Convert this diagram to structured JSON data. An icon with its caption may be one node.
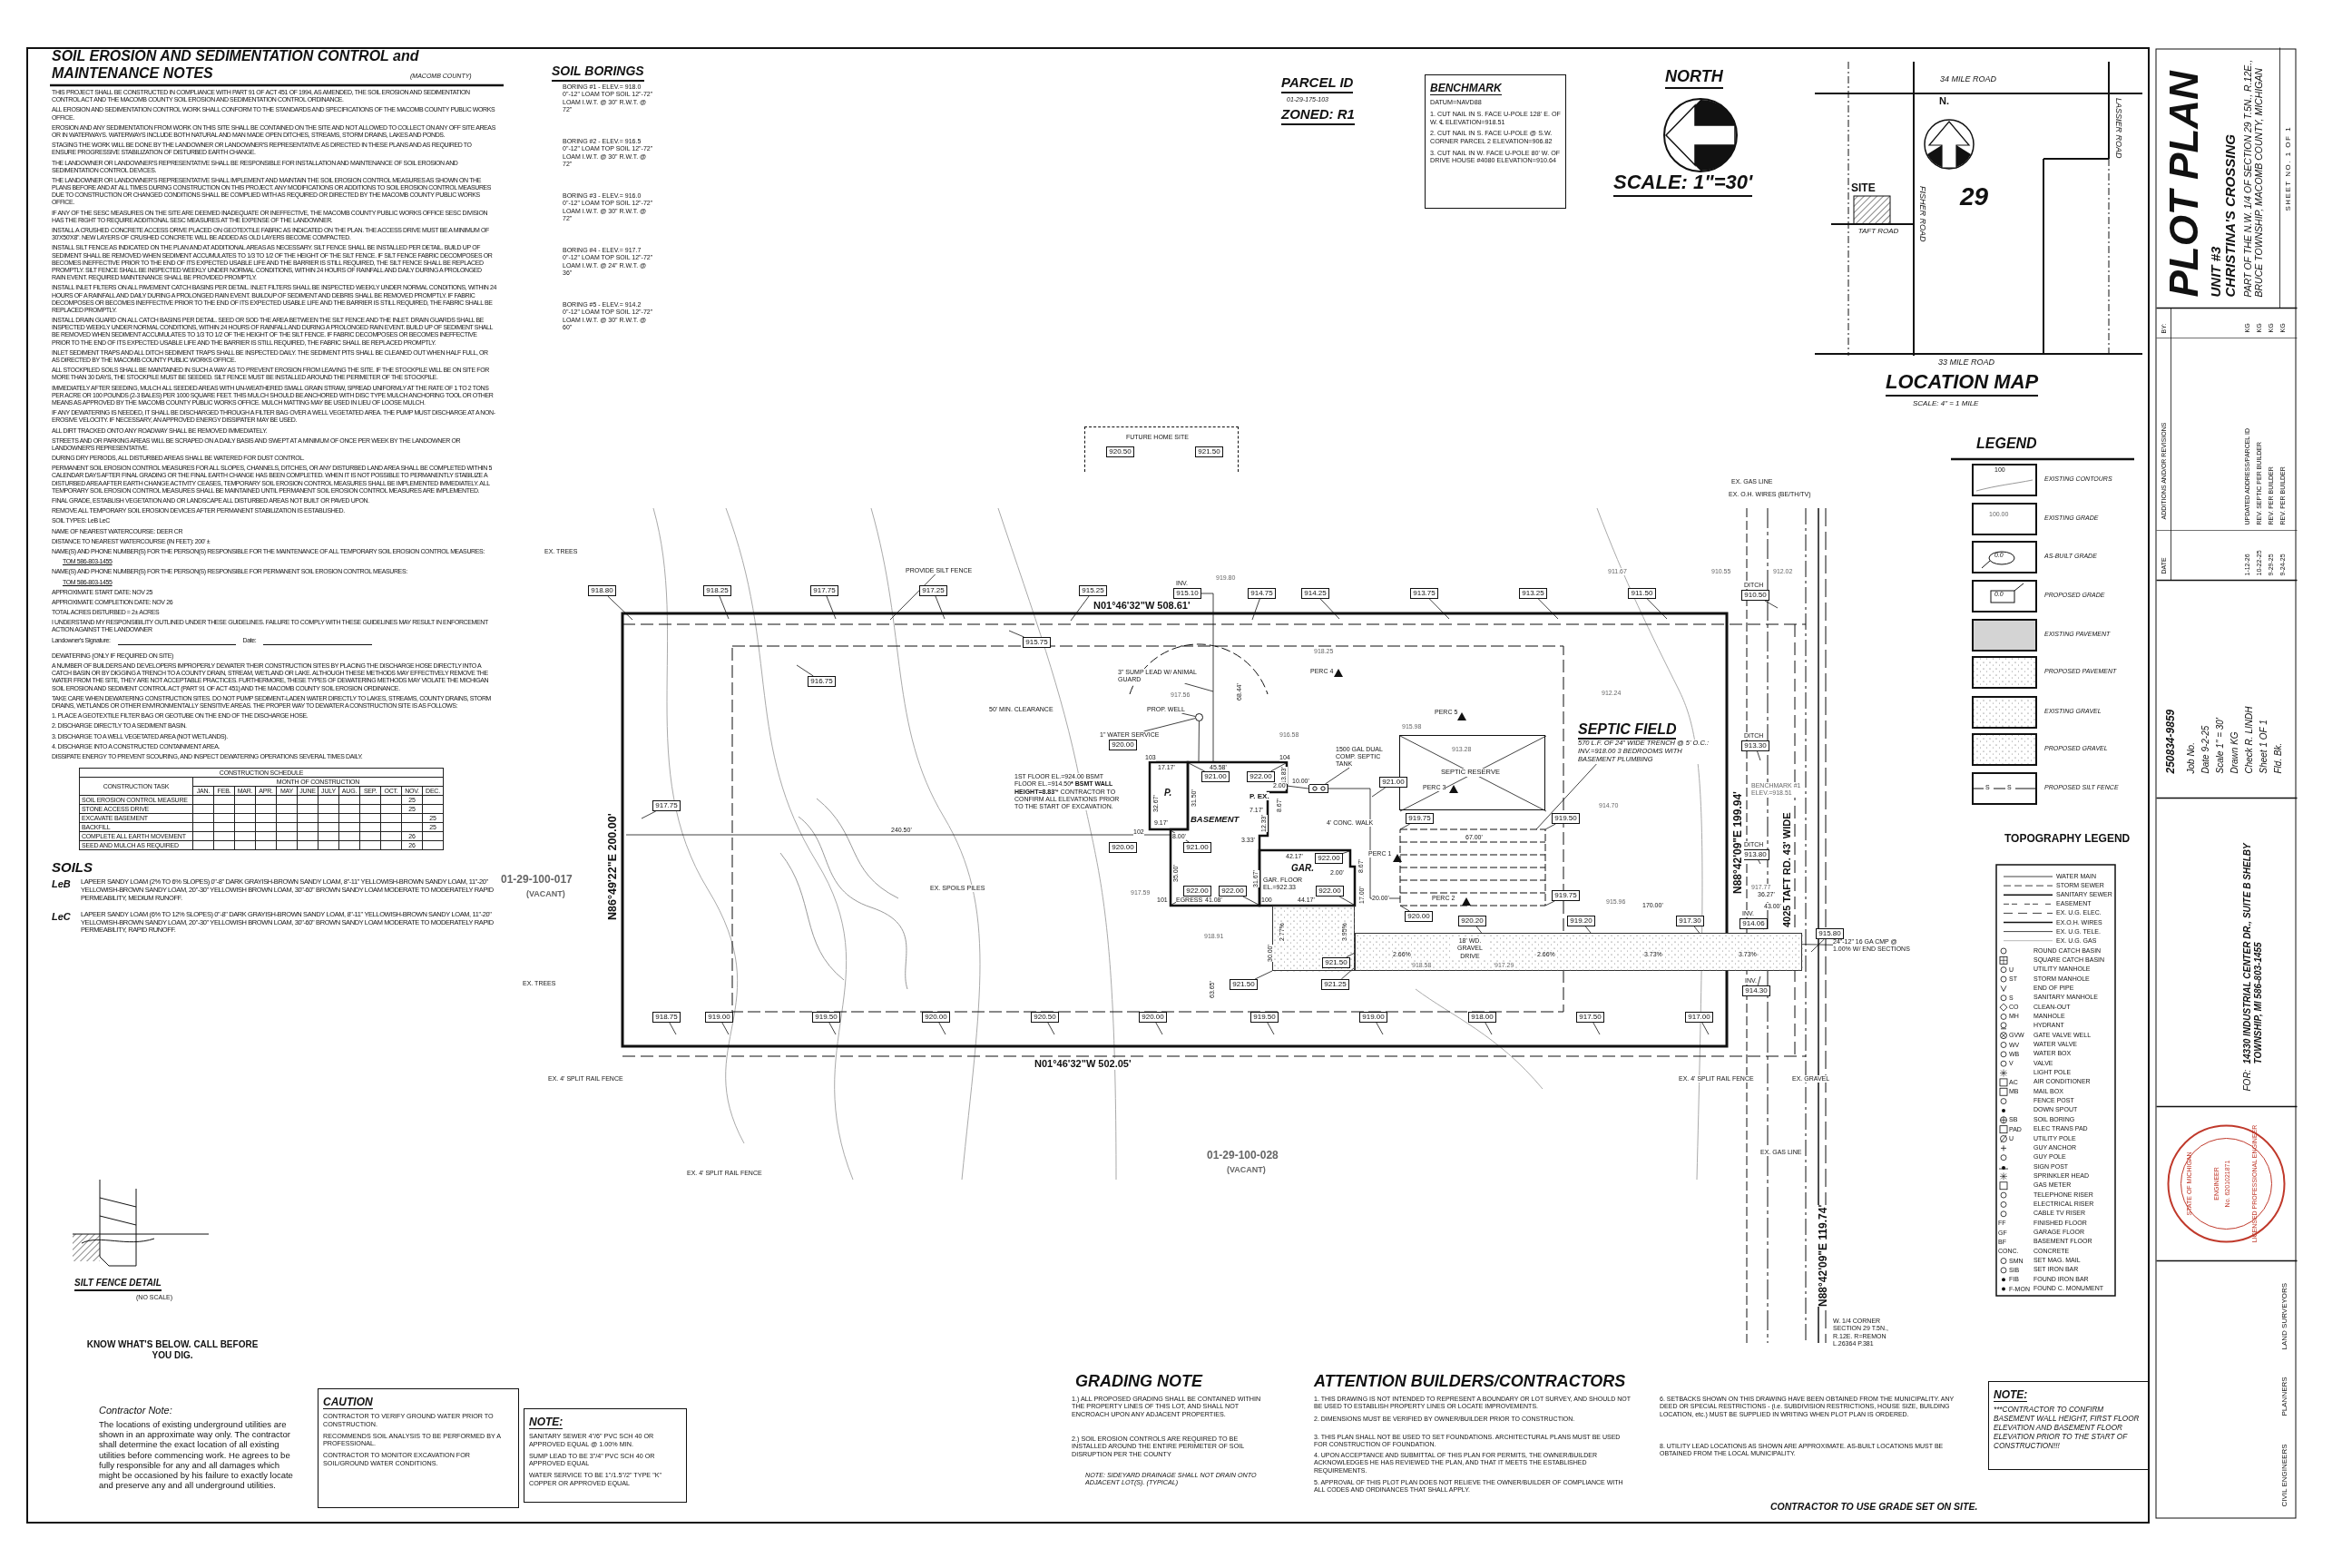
{
  "diagram": {
    "title": "PLOT PLAN",
    "nodes": [
      {
        "text": [
          "BENCHMARK",
          "DATUM=NAVD88",
          "1. CUT NAIL IN S. FACE U-POLE 128' E. OF W. ℄ ELEVATION=918.51",
          "2. CUT NAIL IN S. FACE U-POLE @ S.W. CORNER PARCEL 2 ELEVATION=906.82",
          "3. CUT NAIL IN W. FACE U-POLE 80' W. OF DRIVE HOUSE #4080 ELEVATION=910.64"
        ]
      },
      {
        "text": [
          "CAUTION",
          "CONTRACTOR TO VERIFY GROUND WATER PRIOR TO CONSTRUCTION.",
          "RECOMMENDS SOIL ANALYSIS TO BE PERFORMED BY A PROFESSIONAL.",
          "CONTRACTOR TO MONITOR EXCAVATION FOR SOIL/GROUND WATER CONDITIONS."
        ]
      },
      {
        "text": [
          "NOTE:",
          "SANITARY SEWER 4\"/6\" PVC SCH 40 OR APPROVED EQUAL @ 1.00% MIN.",
          "SUMP LEAD TO BE 3\"/4\" PVC SCH 40 OR APPROVED EQUAL",
          "WATER SERVICE TO BE 1\"/1.5\"/2\" TYPE \"K\" COPPER OR APPROVED EQUAL"
        ]
      },
      {
        "text": [
          "NOTE:",
          "***CONTRACTOR TO CONFIRM BASEMENT WALL HEIGHT, FIRST FLOOR ELEVATION AND BASEMENT FLOOR ELEVATION PRIOR TO THE START OF CONSTRUCTION!!!"
        ]
      },
      {
        "text": [
          "P."
        ]
      },
      {
        "text": [
          "BASEMENT"
        ]
      },
      {
        "text": [
          "GAR.",
          "GAR. FLOOR EL.=922.33"
        ]
      },
      {
        "text": [],
        "shape": "box"
      },
      {
        "text": [
          "1500 GAL DUAL COMP. SEPTIC TANK"
        ]
      },
      {
        "text": [
          "4' CONC. WALK"
        ]
      },
      {
        "text": [],
        "shape": "circle"
      },
      {
        "text": [
          "PROP. WELL"
        ]
      },
      {
        "text": [
          "1\" WATER SERVICE"
        ]
      },
      {
        "text": [
          "3\" SUMP LEAD W/ ANIMAL GUARD"
        ]
      },
      {
        "text": [
          "PROVIDE SILT FENCE"
        ]
      },
      {
        "text": [
          "SEPTIC FIELD"
        ]
      },
      {
        "text": [
          "24\"-12\" 16 GA CMP @ 1.00% W/ END SECTIONS"
        ]
      },
      {
        "text": [],
        "shape": "box"
      },
      {
        "text": [
          "SEPTIC RESERVE"
        ]
      },
      {
        "text": [
          "18' WD. GRAVEL DRIVE"
        ]
      },
      {
        "text": [
          "918.80"
        ]
      },
      {
        "text": [
          "918.25"
        ]
      },
      {
        "text": [
          "917.75"
        ]
      },
      {
        "text": [
          "917.25"
        ]
      },
      {
        "text": [
          "915.25"
        ]
      },
      {
        "text": [
          "915.10"
        ],
        "beside": [
          "INV."
        ]
      },
      {
        "text": [
          "914.75"
        ]
      },
      {
        "text": [
          "914.25"
        ]
      },
      {
        "text": [
          "913.75"
        ]
      },
      {
        "text": [
          "913.25"
        ]
      },
      {
        "text": [
          "911.50"
        ]
      },
      {
        "text": [
          "910.50"
        ],
        "beside": [
          "DITCH"
        ]
      },
      {
        "text": [
          "915.75"
        ]
      },
      {
        "text": [
          "916.75"
        ]
      },
      {
        "text": [
          "917.75"
        ]
      },
      {
        "text": [
          "921.00"
        ],
        "in": 5
      },
      {
        "text": [
          "922.00"
        ],
        "in": 5
      },
      {
        "text": [
          "921.00"
        ],
        "in": 5
      },
      {
        "text": [
          "922.00"
        ],
        "in": 5
      },
      {
        "text": [
          "922.00"
        ],
        "in": 5
      },
      {
        "text": [
          "922.00"
        ],
        "in": 6
      },
      {
        "text": [
          "922.00"
        ],
        "in": 6
      },
      {
        "text": [
          "921.00"
        ]
      },
      {
        "text": [
          "919.75"
        ]
      },
      {
        "text": [
          "919.50"
        ]
      },
      {
        "text": [
          "919.75"
        ]
      },
      {
        "text": [
          "920.00"
        ]
      },
      {
        "text": [
          "920.20"
        ]
      },
      {
        "text": [
          "919.20"
        ]
      },
      {
        "text": [
          "917.30"
        ]
      },
      {
        "text": [
          "913.30"
        ],
        "beside": [
          "DITCH"
        ]
      },
      {
        "text": [
          "913.80"
        ],
        "beside": [
          "DITCH"
        ]
      },
      {
        "text": [
          "914.06"
        ],
        "beside": [
          "INV."
        ]
      },
      {
        "text": [
          "914.30"
        ],
        "beside": [
          "INV."
        ]
      },
      {
        "text": [
          "915.80"
        ]
      },
      {
        "text": [
          "921.50"
        ],
        "in": 74
      },
      {
        "text": [
          "921.50"
        ]
      },
      {
        "text": [
          "921.25"
        ]
      },
      {
        "text": [
          "918.75"
        ]
      },
      {
        "text": [
          "919.00"
        ]
      },
      {
        "text": [
          "919.50"
        ]
      },
      {
        "text": [
          "920.00"
        ]
      },
      {
        "text": [
          "920.50"
        ]
      },
      {
        "text": [
          "920.00"
        ]
      },
      {
        "text": [
          "919.50"
        ]
      },
      {
        "text": [
          "919.00"
        ]
      },
      {
        "text": [
          "918.00"
        ]
      },
      {
        "text": [
          "917.50"
        ]
      },
      {
        "text": [
          "917.00"
        ]
      },
      {
        "text": [
          "920.00"
        ]
      },
      {
        "text": [
          "920.00"
        ]
      },
      {
        "text": [
          "FUTURE HOME SITE"
        ]
      },
      {
        "text": [
          "920.50"
        ],
        "in": 71
      },
      {
        "text": [
          "921.50"
        ],
        "in": 71
      },
      {
        "text": [],
        "shape": "box"
      }
    ],
    "edges": [
      {
        "from": 8,
        "to": 7,
        "arrow": "none"
      },
      {
        "from": 11,
        "to": 10,
        "arrow": "none"
      },
      {
        "from": 12,
        "to": 10,
        "arrow": "none"
      },
      {
        "from": 13,
        "to": null,
        "arrow": "none"
      },
      {
        "from": 14,
        "to": null,
        "arrow": "none"
      },
      {
        "from": 15,
        "to": 17,
        "arrow": "none"
      },
      {
        "from": 16,
        "to": 19,
        "arrow": "none"
      },
      {
        "from": 5,
        "to": 7,
        "arrow": "none"
      },
      {
        "from": 10,
        "to": 5,
        "arrow": "none"
      },
      {
        "from": 5,
        "to": 25,
        "arrow": "none"
      },
      {
        "from": 7,
        "to": 17,
        "arrow": "none"
      },
      {
        "from": 20,
        "to": null,
        "arrow": "none"
      },
      {
        "from": 21,
        "to": null,
        "arrow": "none"
      },
      {
        "from": 22,
        "to": null,
        "arrow": "none"
      },
      {
        "from": 23,
        "to": null,
        "arrow": "none"
      },
      {
        "from": 24,
        "to": null,
        "arrow": "none"
      },
      {
        "from": 26,
        "to": null,
        "arrow": "none"
      },
      {
        "from": 27,
        "to": null,
        "arrow": "none"
      },
      {
        "from": 28,
        "to": null,
        "arrow": "none"
      },
      {
        "from": 29,
        "to": null,
        "arrow": "none"
      },
      {
        "from": 30,
        "to": null,
        "arrow": "none"
      },
      {
        "from": 31,
        "to": null,
        "arrow": "none"
      },
      {
        "from": 32,
        "to": null,
        "arrow": "none"
      },
      {
        "from": 33,
        "to": null,
        "arrow": "none"
      },
      {
        "from": 34,
        "to": null,
        "arrow": "none"
      },
      {
        "from": 35,
        "to": 5,
        "arrow": "none"
      },
      {
        "from": 36,
        "to": 5,
        "arrow": "none"
      },
      {
        "from": 37,
        "to": 5,
        "arrow": "none"
      },
      {
        "from": 38,
        "to": 5,
        "arrow": "none"
      },
      {
        "from": 39,
        "to": 5,
        "arrow": "none"
      },
      {
        "from": 40,
        "to": 6,
        "arrow": "none"
      },
      {
        "from": 41,
        "to": 6,
        "arrow": "none"
      },
      {
        "from": 42,
        "to": null,
        "arrow": "none"
      },
      {
        "from": 43,
        "to": 17,
        "arrow": "none"
      },
      {
        "from": 44,
        "to": 17,
        "arrow": "none"
      },
      {
        "from": 45,
        "to": 17,
        "arrow": "none"
      },
      {
        "from": 46,
        "to": 17,
        "arrow": "none"
      },
      {
        "from": 47,
        "to": 19,
        "arrow": "none"
      },
      {
        "from": 48,
        "to": 19,
        "arrow": "none"
      },
      {
        "from": 49,
        "to": 19,
        "arrow": "none"
      },
      {
        "from": 50,
        "to": null,
        "arrow": "none"
      },
      {
        "from": 51,
        "to": null,
        "arrow": "none"
      },
      {
        "from": 52,
        "to": null,
        "arrow": "none"
      },
      {
        "from": 53,
        "to": null,
        "arrow": "none"
      },
      {
        "from": 54,
        "to": null,
        "arrow": "none"
      },
      {
        "from": 55,
        "to": 19,
        "arrow": "none"
      },
      {
        "from": 56,
        "to": 74,
        "arrow": "none"
      },
      {
        "from": 57,
        "to": 19,
        "arrow": "none"
      },
      {
        "from": 58,
        "to": null,
        "arrow": "none"
      },
      {
        "from": 59,
        "to": null,
        "arrow": "none"
      },
      {
        "from": 60,
        "to": null,
        "arrow": "none"
      },
      {
        "from": 61,
        "to": null,
        "arrow": "none"
      },
      {
        "from": 62,
        "to": null,
        "arrow": "none"
      },
      {
        "from": 63,
        "to": null,
        "arrow": "none"
      },
      {
        "from": 64,
        "to": null,
        "arrow": "none"
      },
      {
        "from": 65,
        "to": null,
        "arrow": "none"
      },
      {
        "from": 66,
        "to": null,
        "arrow": "none"
      },
      {
        "from": 67,
        "to": null,
        "arrow": "none"
      },
      {
        "from": 68,
        "to": null,
        "arrow": "none"
      }
    ],
    "labels": [
      "SOIL EROSION AND SEDIMENTATION CONTROL and MAINTENANCE NOTES",
      "(MACOMB COUNTY)",
      "THIS PROJECT SHALL BE CONSTRUCTED IN COMPLIANCE WITH PART 91 OF ACT 451 OF 1994, AS AMENDED, THE SOIL EROSION AND SEDIMENTATION CONTROL ACT AND THE MACOMB COUNTY SOIL EROSION AND SEDIMENTATION CONTROL ORDINANCE.",
      "ALL EROSION AND SEDIMENTATION CONTROL WORK SHALL CONFORM TO THE STANDARDS AND SPECIFICATIONS OF THE MACOMB COUNTY PUBLIC WORKS OFFICE.",
      "EROSION AND ANY SEDIMENTATION FROM WORK ON THIS SITE SHALL BE CONTAINED ON THE SITE AND NOT ALLOWED TO COLLECT ON ANY OFF SITE AREAS OR IN WATERWAYS. WATERWAYS INCLUDE BOTH NATURAL AND MAN MADE OPEN DITCHES, STREAMS, STORM DRAINS, LAKES AND PONDS.",
      "STAGING THE WORK WILL BE DONE BY THE LANDOWNER OR LANDOWNER'S REPRESENTATIVE AS DIRECTED IN THESE PLANS AND AS REQUIRED TO ENSURE PROGRESSIVE STABILIZATION OF DISTURBED EARTH CHANGE.",
      "THE LANDOWNER OR LANDOWNER'S REPRESENTATIVE SHALL BE RESPONSIBLE FOR INSTALLATION AND MAINTENANCE OF SOIL EROSION AND SEDIMENTATION CONTROL DEVICES.",
      "THE LANDOWNER OR LANDOWNER'S REPRESENTATIVE SHALL IMPLEMENT AND MAINTAIN THE SOIL EROSION CONTROL MEASURES AS SHOWN ON THE PLANS BEFORE AND AT ALL TIMES DURING CONSTRUCTION ON THIS PROJECT. ANY MODIFICATIONS OR ADDITIONS TO SOIL EROSION CONTROL MEASURES DUE TO CONSTRUCTION OR CHANGED CONDITIONS SHALL BE COMPLIED WITH AS REQUIRED OR DIRECTED BY THE MACOMB COUNTY PUBLIC WORKS OFFICE.",
      "IF ANY OF THE SESC MEASURES ON THE SITE ARE DEEMED INADEQUATE OR INEFFECTIVE, THE MACOMB COUNTY PUBLIC WORKS OFFICE SESC DIVISION HAS THE RIGHT TO REQUIRE ADDITIONAL SESC MEASURES AT THE EXPENSE OF THE LANDOWNER.",
      "INSTALL A CRUSHED CONCRETE ACCESS DRIVE PLACED ON GEOTEXTILE FABRIC AS INDICATED ON THE PLAN. THE ACCESS DRIVE MUST BE A MINIMUM OF 30'X50'X8\". NEW LAYERS OF CRUSHED CONCRETE WILL BE ADDED AS OLD LAYERS BECOME COMPACTED.",
      "INSTALL SILT FENCE AS INDICATED ON THE PLAN AND AT ADDITIONAL AREAS AS NECESSARY. SILT FENCE SHALL BE INSTALLED PER DETAIL. BUILD UP OF SEDIMENT SHALL BE REMOVED WHEN SEDIMENT ACCUMULATES TO 1/3 TO 1/2 OF THE HEIGHT OF THE SILT FENCE. IF SILT FENCE FABRIC DECOMPOSES OR BECOMES INEFFECTIVE PRIOR TO THE END OF ITS EXPECTED USABLE LIFE AND THE BARRIER IS STILL REQUIRED, THE SILT FENCE SHALL BE REPLACED PROMPTLY. SILT FENCE SHALL BE INSPECTED WEEKLY UNDER NORMAL CONDITIONS, WITHIN 24 HOURS OF RAINFALL AND DAILY DURING A PROLONGED RAIN EVENT. REQUIRED MAINTENANCE SHALL BE PROVIDED PROMPTLY.",
      "INSTALL INLET FILTERS ON ALL PAVEMENT CATCH BASINS PER DETAIL. INLET FILTERS SHALL BE INSPECTED WEEKLY UNDER NORMAL CONDITIONS, WITHIN 24 HOURS OF A RAINFALL AND DAILY DURING A PROLONGED RAIN EVENT. BUILDUP OF SEDIMENT AND DEBRIS SHALL BE REMOVED PROMPTLY. IF FABRIC DECOMPOSES OR BECOMES INEFFECTIVE PRIOR TO THE END OF ITS EXPECTED USABLE LIFE AND THE BARRIER IS STILL REQUIRED, THE FABRIC SHALL BE REPLACED PROMPTLY.",
      "INSTALL DRAIN GUARD ON ALL CATCH BASINS PER DETAIL. SEED OR SOD THE AREA BETWEEN THE SILT FENCE AND THE INLET. DRAIN GUARDS SHALL BE INSPECTED WEEKLY UNDER NORMAL CONDITIONS, WITHIN 24 HOURS OF RAINFALL AND DURING A PROLONGED RAIN EVENT. BUILD UP OF SEDIMENT SHALL BE REMOVED WHEN SEDIMENT ACCUMULATES TO 1/3 TO 1/2 OF THE HEIGHT OF THE SILT FENCE. IF FABRIC DECOMPOSES OR BECOMES INEFFECTIVE PRIOR TO THE END OF ITS EXPECTED USABLE LIFE AND THE BARRIER IS STILL REQUIRED, THE FABRIC SHALL BE REPLACED PROMPTLY.",
      "INLET SEDIMENT TRAPS AND ALL DITCH SEDIMENT TRAPS SHALL BE INSPECTED DAILY. THE SEDIMENT PITS SHALL BE CLEANED OUT WHEN HALF FULL, OR AS DIRECTED BY THE MACOMB COUNTY PUBLIC WORKS OFFICE.",
      "ALL STOCKPILED SOILS SHALL BE MAINTAINED IN SUCH A WAY AS TO PREVENT EROSION FROM LEAVING THE SITE. IF THE STOCKPILE WILL BE ON SITE FOR MORE THAN 30 DAYS, THE STOCKPILE MUST BE SEEDED. SILT FENCE MUST BE INSTALLED AROUND THE PERIMETER OF THE STOCKPILE.",
      "IMMEDIATELY AFTER SEEDING, MULCH ALL SEEDED AREAS WITH UN-WEATHERED SMALL GRAIN STRAW, SPREAD UNIFORMLY AT THE RATE OF 1 TO 2 TONS PER ACRE OR 100 POUNDS (2-3 BALES) PER 1000 SQUARE FEET. THIS MULCH SHOULD BE ANCHORED WITH DISC TYPE MULCH ANCHORING TOOL OR OTHER MEANS AS APPROVED BY THE MACOMB COUNTY PUBLIC WORKS OFFICE. MULCH MATTING MAY BE USED IN LIEU OF LOOSE MULCH.",
      "IF ANY DEWATERING IS NEEDED, IT SHALL BE DISCHARGED THROUGH A FILTER BAG OVER A WELL VEGETATED AREA. THE PUMP MUST DISCHARGE AT A NON-EROSIVE VELOCITY. IF NECESSARY, AN APPROVED ENERGY DISSIPATER MAY BE USED.",
      "ALL DIRT TRACKED ONTO ANY ROADWAY SHALL BE REMOVED IMMEDIATELY.",
      "STREETS AND OR PARKING AREAS WILL BE SCRAPED ON A DAILY BASIS AND SWEPT AT A MINIMUM OF ONCE PER WEEK BY THE LANDOWNER OR LANDOWNER'S REPRESENTATIVE.",
      "DURING DRY PERIODS, ALL DISTURBED AREAS SHALL BE WATERED FOR DUST CONTROL.",
      "PERMANENT SOIL EROSION CONTROL MEASURES FOR ALL SLOPES, CHANNELS, DITCHES, OR ANY DISTURBED LAND AREA SHALL BE COMPLETED WITHIN 5 CALENDAR DAYS AFTER FINAL GRADING OR THE FINAL EARTH CHANGE HAS BEEN COMPLETED. WHEN IT IS NOT POSSIBLE TO PERMANENTLY STABILIZE A DISTURBED AREA AFTER EARTH CHANGE ACTIVITY CEASES, TEMPORARY SOIL EROSION CONTROL MEASURES SHALL BE IMPLEMENTED IMMEDIATELY. ALL TEMPORARY SOIL EROSION CONTROL MEASURES SHALL BE MAINTAINED UNTIL PERMANENT SOIL EROSION CONTROL MEASURES ARE IMPLEMENTED.",
      "FINAL GRADE, ESTABLISH VEGETATION AND OR LANDSCAPE ALL DISTURBED AREAS NOT BUILT OR PAVED UPON.",
      "REMOVE ALL TEMPORARY SOIL EROSION DEVICES AFTER PERMANENT STABILIZATION IS ESTABLISHED.",
      "SOIL TYPES: LeB LeC",
      "NAME OF NEAREST WATERCOURSE: DEER CR",
      "DISTANCE TO NEAREST WATERCOURSE (IN FEET): 200' ±",
      "NAME(S) AND PHONE NUMBER(S) FOR THE PERSON(S) RESPONSIBLE FOR THE MAINTENANCE OF ALL TEMPORARY SOIL EROSION CONTROL MEASURES:",
      "TOM 586-803-1455",
      "NAME(S) AND PHONE NUMBER(S) FOR THE PERSON(S) RESPONSIBLE FOR PERMANENT SOIL EROSION CONTROL MEASURES:",
      "TOM 586-803-1455",
      "APPROXIMATE START DATE: NOV 25",
      "APPROXIMATE COMPLETION DATE: NOV 26",
      "TOTAL ACRES DISTURBED = 2± ACRES",
      "I UNDERSTAND MY RESPONSIBILITY OUTLINED UNDER THESE GUIDELINES. FAILURE TO COMPLY WITH THESE GUIDELINES MAY RESULT IN ENFORCEMENT ACTION AGAINST THE LANDOWNER",
      "Landowner's Signature:",
      "Date:",
      "DEWATERING (ONLY IF REQUIRED ON SITE)",
      "A NUMBER OF BUILDERS AND DEVELOPERS IMPROPERLY DEWATER THEIR CONSTRUCTION SITES BY PLACING THE DISCHARGE HOSE DIRECTLY INTO A CATCH BASIN OR BY DIGGING A TRENCH TO A COUNTY DRAIN, STREAM, WETLAND OR LAKE. ALTHOUGH THESE METHODS MAY EFFECTIVELY REMOVE THE WATER FROM THE SITE, THEY ARE NOT ACCEPTABLE PRACTICES. FURTHERMORE, THESE TYPES OF DEWATERING METHODS MAY VIOLATE THE MICHIGAN SOIL EROSION AND SEDIMENT CONTROL ACT (PART 91 OF ACT 451) AND THE MACOMB COUNTY SOIL EROSION ORDINANCE.",
      "TAKE CARE WHEN DEWATERING CONSTRUCTION SITES. DO NOT PUMP SEDIMENT-LADEN WATER DIRECTLY TO LAKES, STREAMS, COUNTY DRAINS, STORM DRAINS, WETLANDS OR OTHER ENVIRONMENTALLY SENSITIVE AREAS. THE PROPER WAY TO DEWATER A CONSTRUCTION SITE IS AS FOLLOWS:",
      "1. PLACE A GEOTEXTILE FILTER BAG OR GEOTUBE ON THE END OF THE DISCHARGE HOSE.",
      "2. DISCHARGE DIRECTLY TO A SEDIMENT BASIN.",
      "3. DISCHARGE TO A WELL VEGETATED AREA (NOT WETLANDS).",
      "4. DISCHARGE INTO A CONSTRUCTED CONTAINMENT AREA.",
      "DISSIPATE ENERGY TO PREVENT SCOURING, AND INSPECT DEWATERING OPERATIONS SEVERAL TIMES DAILY.",
      "CONSTRUCTION SCHEDULE",
      "CONSTRUCTION TASK",
      "MONTH OF CONSTRUCTION",
      "JAN.",
      "FEB.",
      "MAR.",
      "APR.",
      "MAY",
      "JUNE",
      "JULY",
      "AUG.",
      "SEP.",
      "OCT.",
      "NOV.",
      "DEC.",
      "SOIL EROSION CONTROL MEASURE",
      "25",
      "STONE ACCESS DRIVE",
      "25",
      "EXCAVATE BASEMENT",
      "25",
      "BACKFILL",
      "25",
      "COMPLETE ALL EARTH MOVEMENT",
      "26",
      "SEED AND MULCH AS REQUIRED",
      "26",
      "SOILS",
      "LeB",
      "LAPEER SANDY LOAM (2% TO 6% SLOPES) 0\"-8\" DARK GRAYISH-BROWN SANDY LOAM, 8\"-11\" YELLOWISH-BROWN SANDY LOAM, 11\"-20\" YELLOWISH-BROWN SANDY LOAM, 20\"-30\" YELLOWISH BROWN LOAM, 30\"-60\" BROWN SANDY LOAM MODERATE TO MODERATELY RAPID PERMEABILITY, MEDIUM RUNOFF.",
      "LeC",
      "LAPEER SANDY LOAM (6% TO 12% SLOPES) 0\"-8\" DARK GRAYISH-BROWN SANDY LOAM, 8\"-11\" YELLOWISH-BROWN SANDY LOAM, 11\"-20\" YELLOWISH-BROWN SANDY LOAM, 20\"-30\" YELLOWISH BROWN LOAM, 30\"-60\" BROWN SANDY LOAM MODERATE TO MODERATELY RAPID PERMEABILITY, RAPID RUNOFF.",
      "SILT FENCE DETAIL",
      "(NO SCALE)",
      "KNOW WHAT'S BELOW. CALL BEFORE YOU DIG.",
      "Contractor Note:",
      "The locations of existing underground utilities are shown in an approximate way only. The contractor shall determine the exact location of all existing utilities before commencing work. He agrees to be fully responsible for any and all damages which might be occasioned by his failure to exactly locate and preserve any and all underground utilities.",
      "GRADING NOTE",
      "1.) ALL PROPOSED GRADING SHALL BE CONTAINED WITHIN THE PROPERTY LINES OF THIS LOT, AND SHALL NOT ENCROACH UPON ANY ADJACENT PROPERTIES.",
      "2.) SOIL EROSION CONTROLS ARE REQUIRED TO BE INSTALLED AROUND THE ENTIRE PERIMETER OF SOIL DISRUPTION PER THE COUNTY",
      "NOTE: SIDEYARD DRAINAGE SHALL NOT DRAIN ONTO ADJACENT LOT(S). (TYPICAL)",
      "ATTENTION BUILDERS/CONTRACTORS",
      "1. THIS DRAWING IS NOT INTENDED TO REPRESENT A BOUNDARY OR LOT SURVEY, AND SHOULD NOT BE USED TO ESTABLISH PROPERTY LINES OR LOCATE IMPROVEMENTS.",
      "2. DIMENSIONS MUST BE VERIFIED BY OWNER/BUILDER PRIOR TO CONSTRUCTION.",
      "3. THIS PLAN SHALL NOT BE USED TO SET FOUNDATIONS. ARCHITECTURAL PLANS MUST BE USED FOR CONSTRUCTION OF FOUNDATION.",
      "4. UPON ACCEPTANCE AND SUBMITTAL OF THIS PLAN FOR PERMITS, THE OWNER/BUILDER ACKNOWLEDGES HE HAS REVIEWED THE PLAN, AND THAT IT MEETS THE ESTABLISHED REQUIREMENTS.",
      "5. APPROVAL OF THIS PLOT PLAN DOES NOT RELIEVE THE OWNER/BUILDER OF COMPLIANCE WITH ALL CODES AND ORDINANCES THAT SHALL APPLY.",
      "6. SETBACKS SHOWN ON THIS DRAWING HAVE BEEN OBTAINED FROM THE MUNICIPALITY. ANY DEED OR SPECIAL RESTRICTIONS - (i.e. SUBDIVISION RESTRICTIONS, HOUSE SIZE, BUILDING LOCATION, etc.) MUST BE SUPPLIED IN WRITING WHEN PLOT PLAN IS ORDERED.",
      "8. UTILITY LEAD LOCATIONS AS SHOWN ARE APPROXIMATE. AS-BUILT LOCATIONS MUST BE OBTAINED FROM THE LOCAL MUNICIPALITY.",
      "CONTRACTOR TO USE GRADE SET ON SITE.",
      "SOIL BORINGS",
      "BORING #1 - ELEV.= 918.0 0\"-12\" LOAM TOP SOIL 12\"-72\" LOAM I.W.T. @ 30\" R.W.T. @ 72\"",
      "BORING #2 - ELEV.= 916.5 0\"-12\" LOAM TOP SOIL 12\"-72\" LOAM I.W.T. @ 30\" R.W.T. @ 72\"",
      "BORING #3 - ELEV.= 916.0 0\"-12\" LOAM TOP SOIL 12\"-72\" LOAM I.W.T. @ 30\" R.W.T. @ 72\"",
      "BORING #4 - ELEV.= 917.7 0\"-12\" LOAM TOP SOIL 12\"-72\" LOAM I.W.T. @ 24\" R.W.T. @ 36\"",
      "BORING #5 - ELEV.= 914.2 0\"-12\" LOAM TOP SOIL 12\"-72\" LOAM I.W.T. @ 30\" R.W.T. @ 60\"",
      "PARCEL ID",
      "01-29-175-103",
      "ZONED: R1",
      "NORTH",
      "SCALE: 1\"=30'",
      "34 MILE ROAD",
      "N.",
      "LASSIER ROAD",
      "SITE",
      "FISHER ROAD",
      "29",
      "TAFT ROAD",
      "33 MILE ROAD",
      "LOCATION MAP",
      "SCALE: 4\" = 1 MILE",
      "LEGEND",
      "100",
      "100.00",
      "0.0",
      "0.0",
      "S",
      "S",
      "TOPOGRAPHY LEGEND",
      "SHEET NO. 1 OF 1",
      "UNIT #3",
      "CHRISTINA'S CROSSING",
      "PART OF THE N.W. 1/4 OF SECTION 29 T.5N., R.12E., BRUCE TOWNSHIP, MACOMB COUNTY, MICHIGAN",
      "DATE",
      "ADDITIONS AND/OR REVISIONS",
      "BY:",
      "1-12-26",
      "UPDATED ADDRESS/PARCEL ID",
      "KG",
      "10-22-25",
      "REV. SEPTIC PER BUILDER",
      "KG",
      "9-29-25",
      "REV. PER BUILDER",
      "KG",
      "9-24-25",
      "REV. PER BUILDER",
      "KG",
      "250834-9859",
      "Job No.",
      "Date 9-2-25",
      "Scale 1\" = 30'",
      "Drawn KG",
      "Check R. LINDH",
      "Sheet 1 OF 1",
      "Fld. Bk.",
      "FOR:",
      "14330 INDUSTRIAL CENTER DR., SUITE B SHELBY TOWNSHIP, MI 586-803-1455",
      "STATE OF MICHIGAN",
      "ENGINEER",
      "No. 6201021871",
      "LICENSED PROFESSIONAL ENGINEER",
      "CIVIL ENGINEERS",
      "PLANNERS",
      "LAND SURVEYORS",
      "EX. GAS LINE",
      "EX. O.H. WIRES (BE/TH/TV)",
      "EX. TREES",
      "919.80",
      "911.67",
      "910.55",
      "912.02",
      "N01°46'32\"W 508.61'",
      "918.25",
      "PERC 4",
      "917.56",
      "68.44'",
      "912.24",
      "50' MIN. CLEARANCE",
      "PERC 5",
      "915.98",
      "916.58",
      "913.28",
      "103",
      "104",
      "17.17'",
      "45.58'",
      "13.83'",
      "570 L.F. OF 24\" WIDE TRENCH @ 5' O.C.: INV.=918.00 3 BEDROOMS WITH BASEMENT PLUMBING",
      "01-29-100-017",
      "(VACANT)",
      "N86°49'22\"E 200.00'",
      "1ST FLOOR EL.=924.00 BSMT FLOOR EL.=914.50*** BSMT WALL HEIGHT=8.83'*** CONTRACTOR TO CONFIRM ALL ELEVATIONS PRIOR TO THE START OF EXCAVATION.",
      "32.67'",
      "31.50'",
      "P. EX.",
      "7.17'",
      "12.33'",
      "2.00'",
      "8.67'",
      "10.00'",
      "PERC 3",
      "914.70",
      "9.17'",
      "240.50'",
      "102",
      "8.00'",
      "3.33'",
      "67.00'",
      "35.00'",
      "31.67'",
      "42.17'",
      "2.00'",
      "8.67'",
      "PERC 1",
      "EX. SPOILS PILES",
      "917.59",
      "101",
      "EGRESS",
      "41.08'",
      "100",
      "44.17'",
      "17.00'",
      "20.00'",
      "PERC 2",
      "915.96",
      "170.00'",
      "917.77",
      "36.27'",
      "43.00'",
      "N88°42'09\"E 199.94'",
      "BENCHMARK #1 ELEV.=918.51",
      "4025 TAFT RD. 43' WIDE",
      "918.91",
      "30.00'",
      "2.77%",
      "3.95%",
      "2.66%",
      "2.66%",
      "3.73%",
      "3.73%",
      "918.58",
      "917.29",
      "EX. TREES",
      "63.65'",
      "N01°46'32\"W 502.05'",
      "EX. 4' SPLIT RAIL FENCE",
      "EX. 4' SPLIT RAIL FENCE",
      "EX. GRAVEL",
      "01-29-100-028",
      "EX. GAS LINE",
      "EX. 4' SPLIT RAIL FENCE",
      "(VACANT)",
      "N88°42'09\"E 119.74'",
      "W. 1/4 CORNER SECTION 29 T.5N., R.12E. R=REMON L.26364 P.381",
      "U",
      "ST",
      "S",
      "CO",
      "MH",
      "GVW",
      "WV",
      "WB",
      "V",
      "AC",
      "MB",
      "SB",
      "PAD",
      "U",
      "FF",
      "GF",
      "BF",
      "CONC.",
      "SMN",
      "SIB",
      "FIB",
      "F-MON"
    ],
    "legend": [
      {
        "text": "EXISTING CONTOURS"
      },
      {
        "text": "EXISTING GRADE"
      },
      {
        "text": "AS-BUILT GRADE"
      },
      {
        "text": "PROPOSED GRADE"
      },
      {
        "text": "EXISTING PAVEMENT"
      },
      {
        "text": "PROPOSED PAVEMENT"
      },
      {
        "text": "EXISTING GRAVEL"
      },
      {
        "text": "PROPOSED GRAVEL"
      },
      {
        "text": "PROPOSED SILT FENCE"
      },
      {
        "text": "WATER MAIN"
      },
      {
        "text": "STORM SEWER"
      },
      {
        "text": "SANITARY SEWER"
      },
      {
        "text": "EASEMENT"
      },
      {
        "text": "EX. U.G. ELEC."
      },
      {
        "text": "EX.O.H. WIRES"
      },
      {
        "text": "EX. U.G. TELE."
      },
      {
        "text": "EX. U.G. GAS"
      },
      {
        "text": "ROUND CATCH BASIN"
      },
      {
        "text": "SQUARE CATCH BASIN"
      },
      {
        "text": "UTILITY MANHOLE"
      },
      {
        "text": "STORM MANHOLE"
      },
      {
        "text": "END OF PIPE"
      },
      {
        "text": "SANITARY MANHOLE"
      },
      {
        "text": "CLEAN-OUT"
      },
      {
        "text": "MANHOLE"
      },
      {
        "text": "HYDRANT"
      },
      {
        "text": "GATE VALVE WELL"
      },
      {
        "text": "WATER VALVE"
      },
      {
        "text": "WATER BOX"
      },
      {
        "text": "VALVE"
      },
      {
        "text": "LIGHT POLE"
      },
      {
        "text": "AIR CONDITIONER"
      },
      {
        "text": "MAIL BOX"
      },
      {
        "text": "FENCE POST"
      },
      {
        "text": "DOWN SPOUT"
      },
      {
        "text": "SOIL BORING"
      },
      {
        "text": "ELEC TRANS PAD"
      },
      {
        "text": "UTILITY POLE"
      },
      {
        "text": "GUY ANCHOR"
      },
      {
        "text": "GUY POLE"
      },
      {
        "text": "SIGN POST"
      },
      {
        "text": "SPRINKLER HEAD"
      },
      {
        "text": "GAS METER"
      },
      {
        "text": "TELEPHONE RISER"
      },
      {
        "text": "ELECTRICAL RISER"
      },
      {
        "text": "CABLE TV RISER"
      },
      {
        "text": "FINISHED FLOOR"
      },
      {
        "text": "GARAGE FLOOR"
      },
      {
        "text": "BASEMENT FLOOR"
      },
      {
        "text": "CONCRETE"
      },
      {
        "text": "SET MAG. MAIL"
      },
      {
        "text": "SET IRON BAR"
      },
      {
        "text": "FOUND IRON BAR"
      },
      {
        "text": "FOUND C. MONUMENT"
      }
    ]
  }
}
